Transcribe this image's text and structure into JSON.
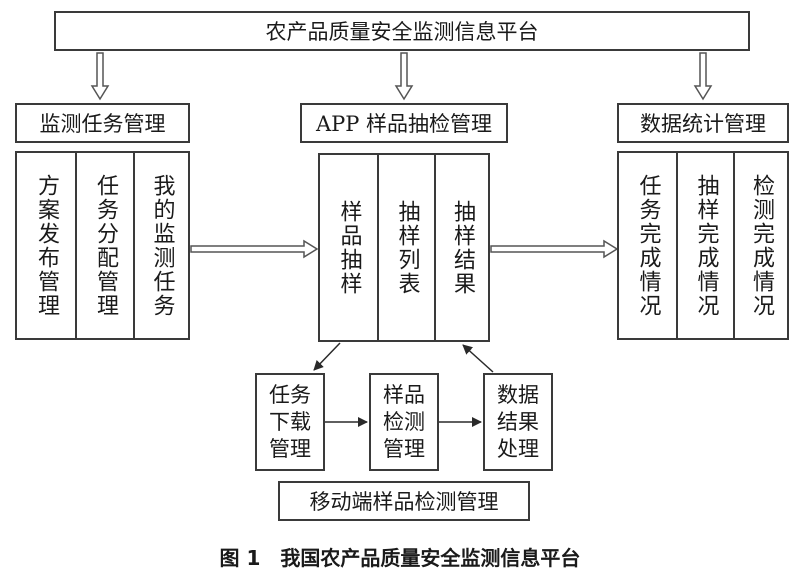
{
  "title": "农产品质量安全监测信息平台",
  "modules": [
    {
      "label": "监测任务管理",
      "items": [
        "方案发布管理",
        "任务分配管理",
        "我的监测任务"
      ]
    },
    {
      "label": "APP 样品抽检管理",
      "items": [
        "样品抽样",
        "抽样列表",
        "抽样结果"
      ]
    },
    {
      "label": "数据统计管理",
      "items": [
        "任务完成情况",
        "抽样完成情况",
        "检测完成情况"
      ]
    }
  ],
  "mobile": {
    "label": "移动端样品检测管理",
    "steps": [
      "任务下载管理",
      "样品检测管理",
      "数据结果处理"
    ]
  },
  "caption": "图 1　我国农产品质量安全监测信息平台"
}
